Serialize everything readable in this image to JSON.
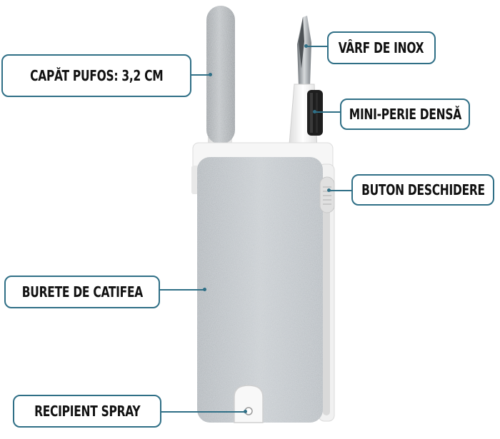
{
  "callouts": {
    "capat_pufos": "CAPĂT PUFOS: 3,2 CM",
    "varf_inox": "VÂRF DE INOX",
    "mini_perie": "MINI-PERIE DENSĂ",
    "buton": "BUTON DESCHIDERE",
    "burete": "BURETE DE CATIFEA",
    "recipient": "RECIPIENT SPRAY"
  },
  "colors": {
    "callout_border": "#2f6f86",
    "callout_text": "#111111",
    "body_fabric": "#b9bec2",
    "plastic": "#f4f4f4",
    "brush": "#1e1e1e"
  }
}
